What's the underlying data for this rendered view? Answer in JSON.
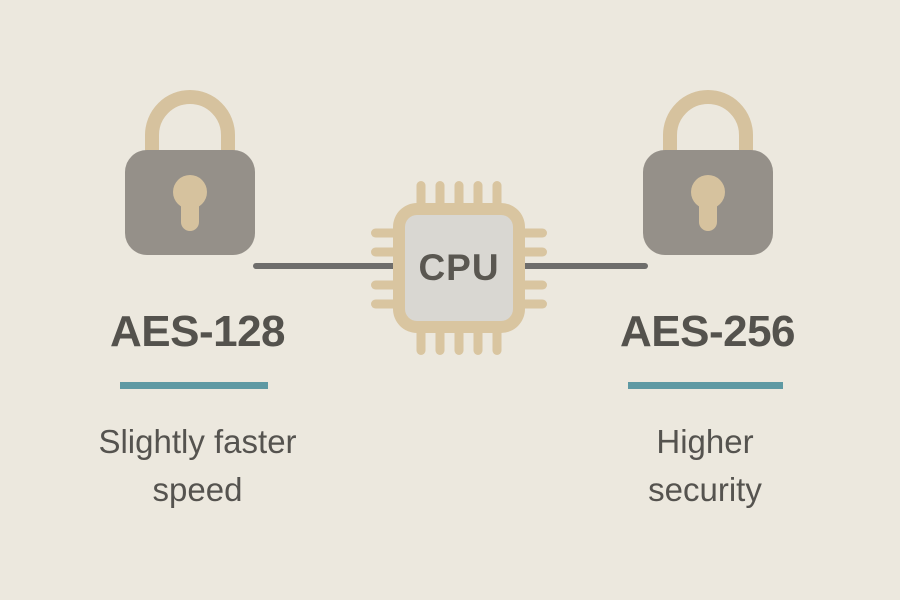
{
  "diagram": {
    "background_color": "#ECE8DE",
    "cpu": {
      "label": "CPU"
    },
    "left": {
      "heading": "AES-128",
      "description": "Slightly faster speed"
    },
    "right": {
      "heading": "AES-256",
      "description": "Higher security"
    },
    "colors": {
      "lock_body_gray": "#959089",
      "brass_tan": "#D6C29E",
      "chip_body_tan": "#D9C5A0",
      "chip_inner_gray": "#D9D7D2",
      "connector_line": "#6E6D6B",
      "accent_teal": "#5E99A3",
      "text_dark": "#54524D"
    }
  }
}
